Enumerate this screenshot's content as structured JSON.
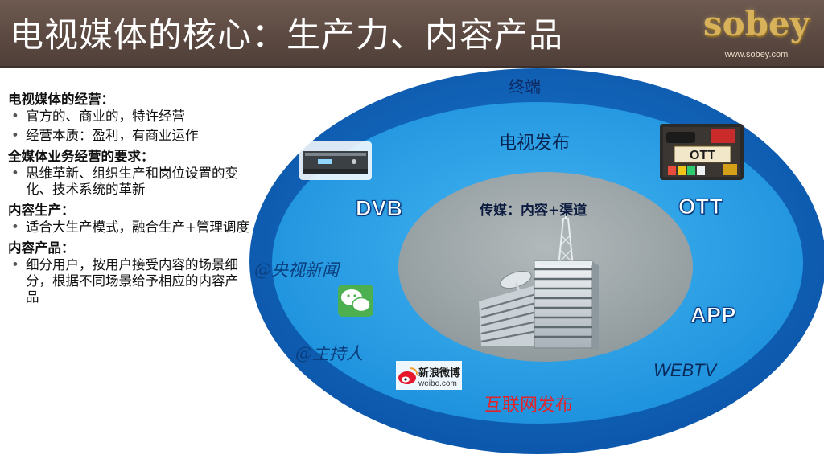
{
  "slide": {
    "title": "电视媒体的核心：生产力、内容产品",
    "brand": {
      "name": "sobey",
      "url": "www.sobey.com"
    }
  },
  "left_panel": {
    "sections": [
      {
        "heading": "电视媒体的经营：",
        "bullets": [
          "官方的、商业的，特许经营",
          "经营本质：盈利，有商业运作"
        ]
      },
      {
        "heading": "全媒体业务经营的要求：",
        "bullets": [
          "思维革新、组织生产和岗位设置的变化、技术系统的革新"
        ]
      },
      {
        "heading": "内容生产：",
        "bullets": [
          "适合大生产模式，融合生产+管理调度"
        ]
      },
      {
        "heading": "内容产品：",
        "bullets": [
          "细分用户，按用户接受内容的场景细分，根据不同场景给予相应的内容产品"
        ]
      }
    ]
  },
  "diagram": {
    "outer_label": "终端",
    "tv_label": "电视发布",
    "internet_label": "互联网发布",
    "core_label": "传媒：内容+渠道",
    "platforms": {
      "dvb": "DVB",
      "ott": "OTT",
      "app": "APP",
      "webtv": "WEBTV"
    },
    "social": {
      "cctv_news": "@央视新闻",
      "host": "@主持人"
    },
    "icons": {
      "ott_box_text": "OTT",
      "weibo_cn": "新浪微博",
      "weibo_url": "weibo.com"
    },
    "colors": {
      "outer_ring": "#0f60b4",
      "middle_ring": "#1e95e0",
      "core": "#9aa3a5",
      "internet_label": "#e2242a"
    }
  }
}
